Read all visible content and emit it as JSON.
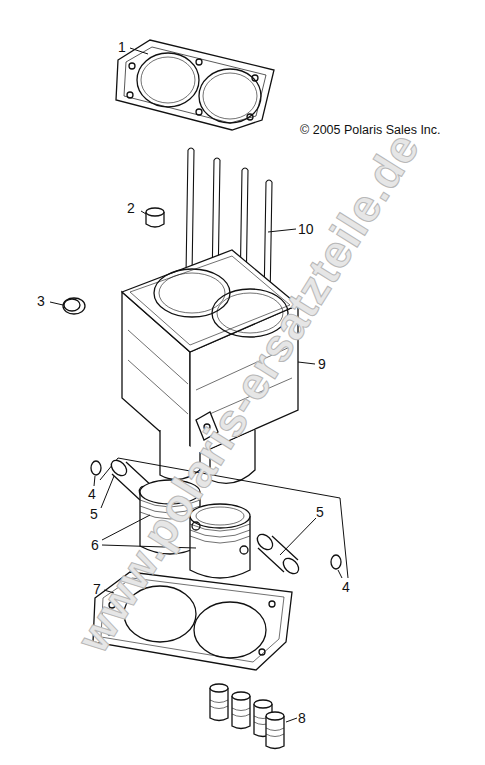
{
  "diagram": {
    "labels": [
      "www.polaris-ersatzteile.de",
      "1",
      "© 2005 Polaris Sales Inc.",
      "2",
      "10",
      "3",
      "9",
      "4",
      "5",
      "6",
      "5",
      "4",
      "7",
      "8"
    ]
  }
}
